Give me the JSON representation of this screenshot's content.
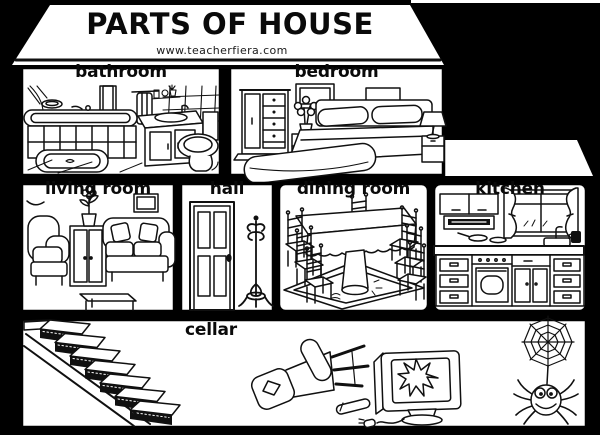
{
  "poster": {
    "title": "PARTS OF HOUSE",
    "website": "www.teacherfiera.com"
  },
  "rooms": {
    "bathroom": "bathroom",
    "bedroom": "bedroom",
    "living_room": "living room",
    "hall": "hall",
    "dining_room": "dining room",
    "kitchen": "kitchen",
    "cellar": "cellar"
  },
  "colors": {
    "background": "#000000",
    "panel": "#ffffff",
    "ink": "#101010"
  },
  "illustration_icons": {
    "bathroom": [
      "bathtub-icon",
      "vanity-sink-icon",
      "toilet-icon",
      "rug-icon",
      "towel-icon",
      "wall-tiles-icon"
    ],
    "bedroom": [
      "wardrobe-icon",
      "double-bed-icon",
      "pillow-icon",
      "nightstand-icon",
      "lamp-icon",
      "flower-vase-icon",
      "picture-frame-icon"
    ],
    "living_room": [
      "armchair-icon",
      "cabinet-icon",
      "sofa-icon",
      "coffee-table-icon",
      "flower-pot-icon",
      "picture-frame-icon"
    ],
    "hall": [
      "door-icon",
      "coat-stand-icon"
    ],
    "dining_room": [
      "dining-table-icon",
      "chair-icon",
      "rug-icon"
    ],
    "kitchen": [
      "wall-cabinet-icon",
      "cooker-hood-icon",
      "window-curtains-icon",
      "stove-oven-icon",
      "sink-icon",
      "drawer-stack-icon"
    ],
    "cellar": [
      "staircase-icon",
      "broken-chair-icon",
      "crt-monitor-icon",
      "spider-web-icon",
      "spider-icon"
    ]
  }
}
